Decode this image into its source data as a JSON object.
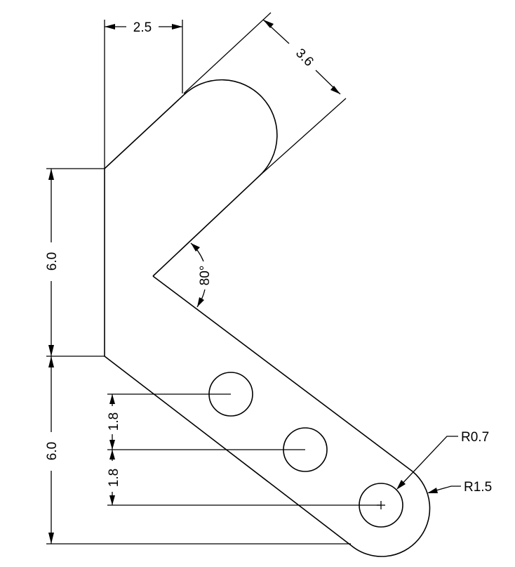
{
  "dimensions": {
    "top_offset": "2.5",
    "arm_width": "3.6",
    "upper_height": "6.0",
    "lower_height": "6.0",
    "hole_spacing_1": "1.8",
    "hole_spacing_2": "1.8",
    "angle": "80°",
    "hole_radius": "R0.7",
    "end_radius": "R1.5"
  }
}
